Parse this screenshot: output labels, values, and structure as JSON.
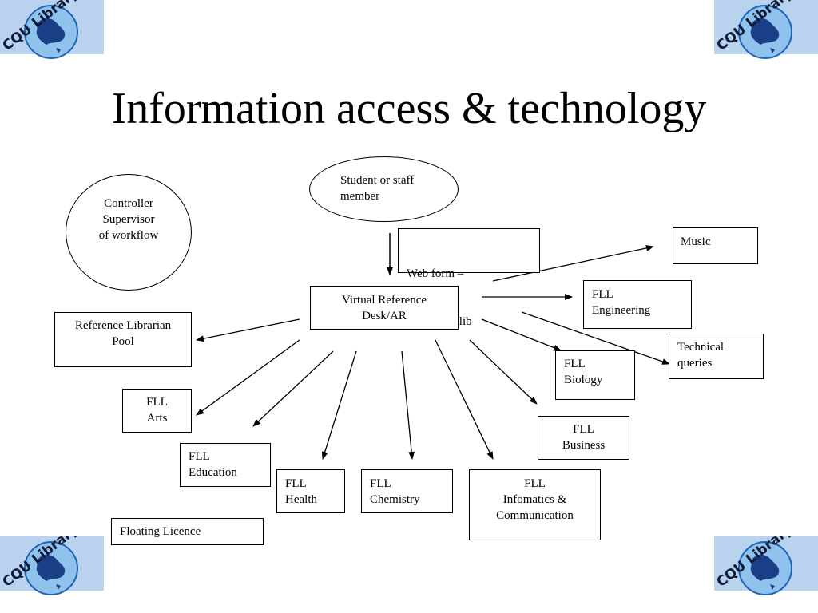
{
  "title": "Information access & technology",
  "logo": {
    "text": "CQU Library",
    "colors": {
      "band": "#b9d2ee",
      "globe_light": "#8fc3ee",
      "globe_dark": "#1e63b5",
      "land": "#1b3f86",
      "ring_text": "#101a3a"
    }
  },
  "diagram": {
    "start": {
      "lines": [
        "Student or staff",
        "member"
      ]
    },
    "controller": {
      "lines": [
        "Controller",
        "Supervisor",
        "of workflow"
      ]
    },
    "web_form": {
      "lines": [
        "Web form –",
        " email vrd-lib"
      ]
    },
    "center": {
      "lines": [
        "Virtual Reference",
        "Desk/AR"
      ]
    },
    "ref_pool": {
      "lines": [
        "Reference Librarian",
        "Pool"
      ]
    },
    "music": {
      "lines": [
        "Music"
      ]
    },
    "engineering": {
      "lines": [
        "FLL",
        "Engineering"
      ]
    },
    "technical": {
      "lines": [
        "Technical",
        "queries"
      ]
    },
    "biology": {
      "lines": [
        "FLL",
        "Biology"
      ]
    },
    "business": {
      "lines": [
        "FLL",
        "Business"
      ]
    },
    "arts": {
      "lines": [
        "FLL",
        "Arts"
      ]
    },
    "education": {
      "lines": [
        "FLL",
        "Education"
      ]
    },
    "health": {
      "lines": [
        "FLL",
        "Health"
      ]
    },
    "chemistry": {
      "lines": [
        "FLL",
        "Chemistry"
      ]
    },
    "infomatics": {
      "lines": [
        "FLL",
        "Infomatics &",
        "Communication"
      ]
    },
    "floating": {
      "lines": [
        "Floating Licence"
      ]
    }
  }
}
